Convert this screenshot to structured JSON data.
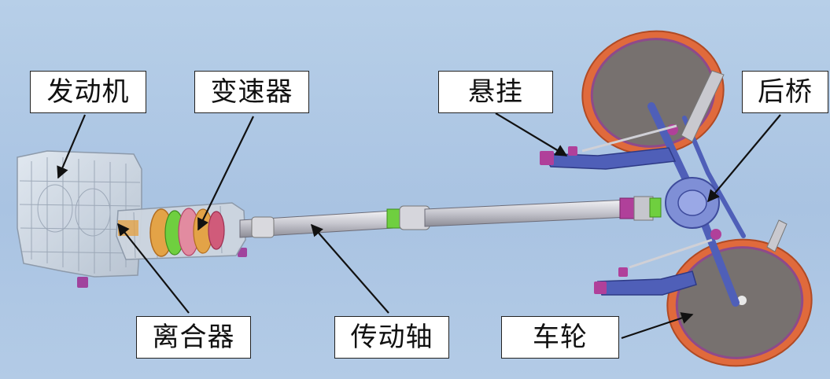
{
  "labels": {
    "engine": "发动机",
    "gearbox": "变速器",
    "suspension": "悬挂",
    "rear_axle": "后桥",
    "clutch": "离合器",
    "drive_shaft": "传动轴",
    "wheel": "车轮"
  },
  "colors": {
    "background": "#aec7e4",
    "tire": "#e06a3c",
    "wheel_disc": "#75716f",
    "shaft": "#c9c9cf",
    "suspension_arm": "#4f5fb8",
    "joint": "#b0409a",
    "green_joint": "#6fcf3f",
    "engine_block": "#d5dde6",
    "clutch_orange": "#e39a3e"
  }
}
